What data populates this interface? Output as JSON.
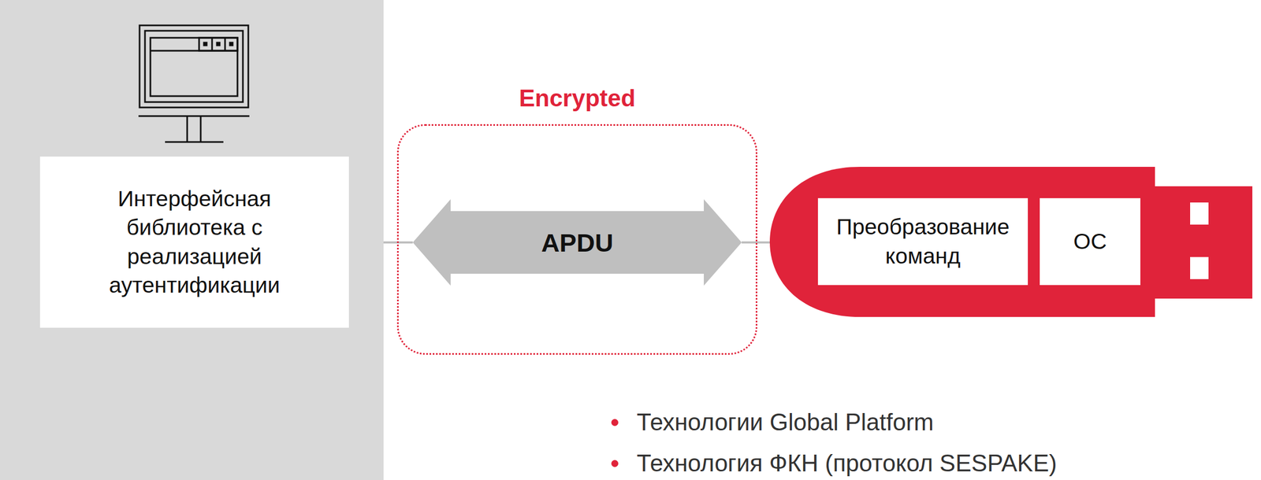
{
  "diagram": {
    "nodes": [
      {
        "text": [
          "Интерфейсная библиотека с реализацией аутентификации"
        ]
      },
      {
        "text": [
          "Encrypted"
        ]
      },
      {
        "text": [
          "Преобразование команд"
        ]
      },
      {
        "text": [
          "ОС"
        ]
      }
    ],
    "edges": [
      {
        "from": 0,
        "to": 2,
        "arrow": "both",
        "label": "APDU"
      }
    ],
    "labels": [
      "Технологии Global Platform",
      "Технология ФКН (протокол SESPAKE)"
    ]
  }
}
